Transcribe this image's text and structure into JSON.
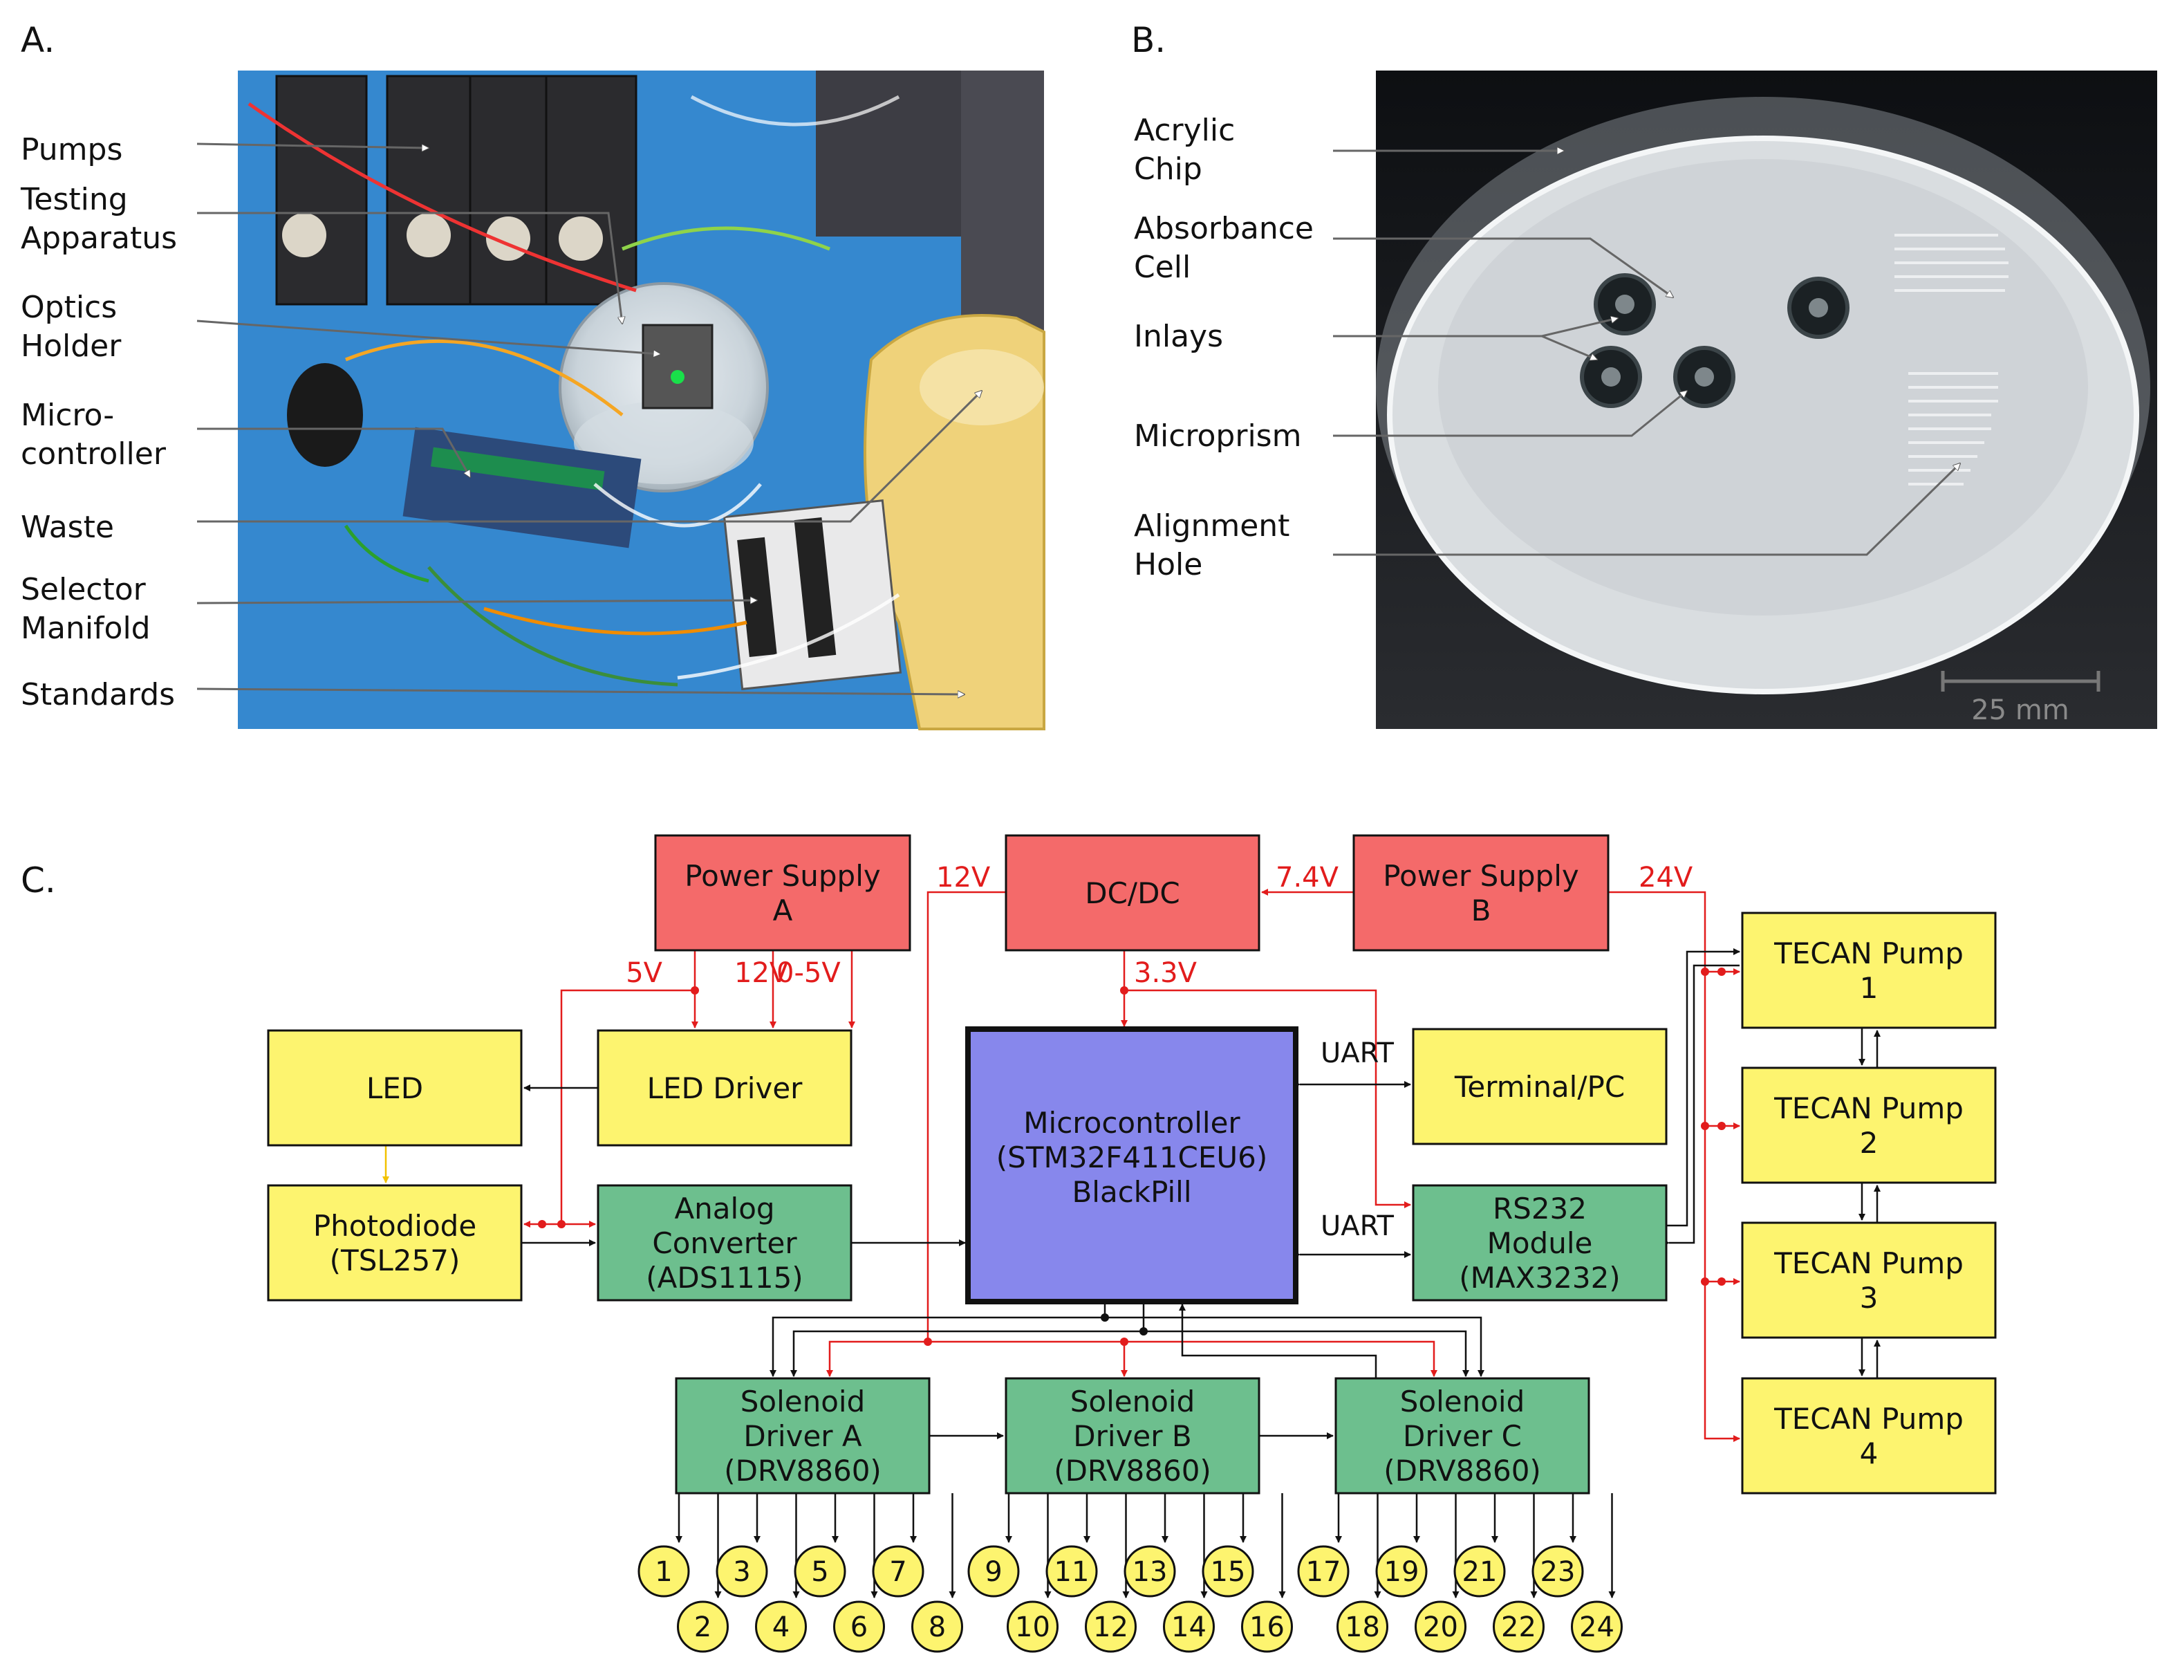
{
  "panel_labels": {
    "a": "A.",
    "b": "B.",
    "c": "C."
  },
  "photo_a": {
    "callouts": [
      [
        "Pumps"
      ],
      [
        "Testing",
        "Apparatus"
      ],
      [
        "Optics",
        "Holder"
      ],
      [
        "Micro-",
        "controller"
      ],
      [
        "Waste"
      ],
      [
        "Selector",
        "Manifold"
      ],
      [
        "Standards"
      ]
    ]
  },
  "photo_b": {
    "callouts": [
      [
        "Acrylic",
        "Chip"
      ],
      [
        "Absorbance",
        "Cell"
      ],
      [
        "Inlays"
      ],
      [
        "Microprism"
      ],
      [
        "Alignment",
        "Hole"
      ]
    ],
    "scale_bar": "25 mm"
  },
  "colors": {
    "power": "#f46a6a",
    "module": "#fdf46f",
    "driver": "#6dbf8e",
    "mcu": "#8787ec",
    "wire_red": "#e21c1c",
    "wire_black": "#111111",
    "light": "#f2c200"
  },
  "blocks": {
    "psu_a": [
      "Power Supply",
      "A"
    ],
    "dcdc": [
      "DC/DC"
    ],
    "psu_b": [
      "Power Supply",
      "B"
    ],
    "tecan1": [
      "TECAN Pump",
      "1"
    ],
    "tecan2": [
      "TECAN Pump",
      "2"
    ],
    "tecan3": [
      "TECAN Pump",
      "3"
    ],
    "tecan4": [
      "TECAN Pump",
      "4"
    ],
    "led": [
      "LED"
    ],
    "led_driver": [
      "LED Driver"
    ],
    "mcu": [
      "Microcontroller",
      "(STM32F411CEU6)",
      "BlackPill"
    ],
    "terminal": [
      "Terminal/PC"
    ],
    "photodiode": [
      "Photodiode",
      "(TSL257)"
    ],
    "adc": [
      "Analog",
      "Converter",
      "(ADS1115)"
    ],
    "rs232": [
      "RS232",
      "Module",
      "(MAX3232)"
    ],
    "sol_a": [
      "Solenoid",
      "Driver A",
      "(DRV8860)"
    ],
    "sol_b": [
      "Solenoid",
      "Driver B",
      "(DRV8860)"
    ],
    "sol_c": [
      "Solenoid",
      "Driver C",
      "(DRV8860)"
    ]
  },
  "wire_labels": {
    "v12_top": "12V",
    "v74": "7.4V",
    "v24": "24V",
    "v5": "5V",
    "v12_psu": "12V",
    "v05": "0-5V",
    "v33": "3.3V",
    "uart1": "UART",
    "uart2": "UART"
  },
  "valves": [
    "1",
    "2",
    "3",
    "4",
    "5",
    "6",
    "7",
    "8",
    "9",
    "10",
    "11",
    "12",
    "13",
    "14",
    "15",
    "16",
    "17",
    "18",
    "19",
    "20",
    "21",
    "22",
    "23",
    "24"
  ]
}
